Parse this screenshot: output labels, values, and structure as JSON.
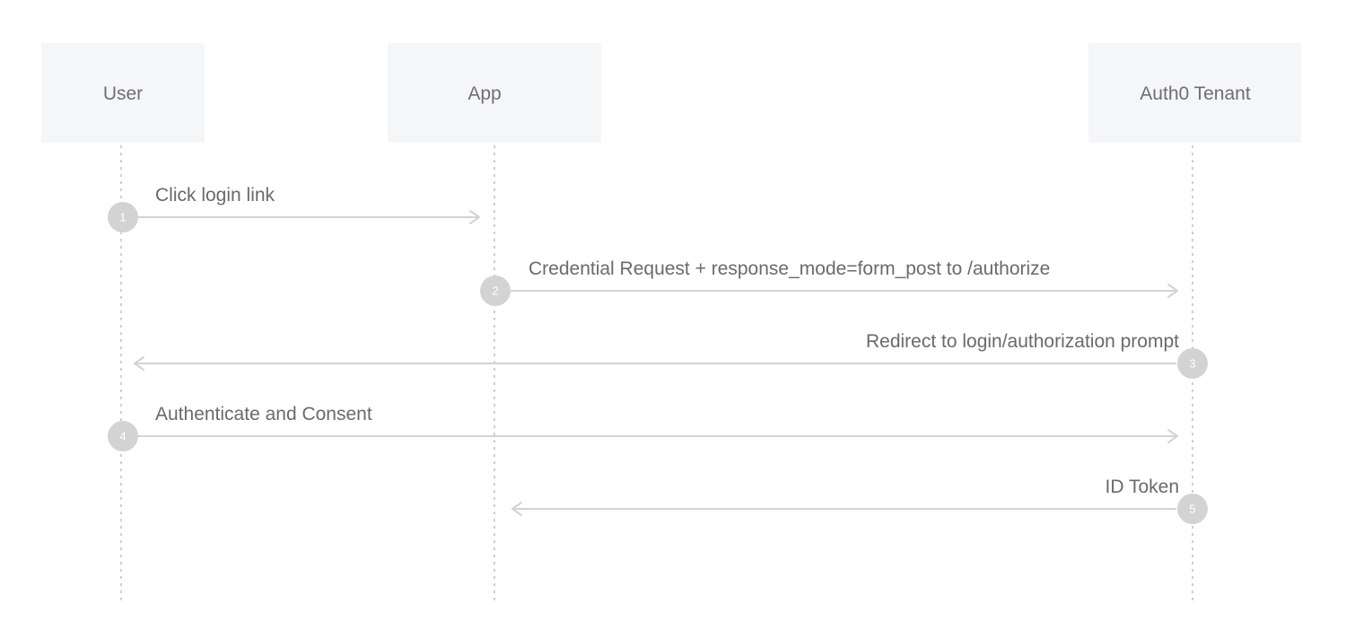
{
  "diagram": {
    "participants": [
      {
        "id": "user",
        "label": "User"
      },
      {
        "id": "app",
        "label": "App"
      },
      {
        "id": "tenant",
        "label": "Auth0 Tenant"
      }
    ],
    "messages": [
      {
        "step": "1",
        "from": "user",
        "to": "app",
        "label": "Click login link"
      },
      {
        "step": "2",
        "from": "app",
        "to": "tenant",
        "label": "Credential Request + response_mode=form_post to /authorize"
      },
      {
        "step": "3",
        "from": "tenant",
        "to": "user",
        "label": "Redirect to login/authorization prompt"
      },
      {
        "step": "4",
        "from": "user",
        "to": "tenant",
        "label": "Authenticate and Consent"
      },
      {
        "step": "5",
        "from": "tenant",
        "to": "app",
        "label": "ID Token"
      }
    ],
    "colors": {
      "participant_fill": "#f5f6f8",
      "line": "#d3d3d3",
      "text": "#6a6a6a",
      "step_badge": "#d3d3d3"
    }
  }
}
